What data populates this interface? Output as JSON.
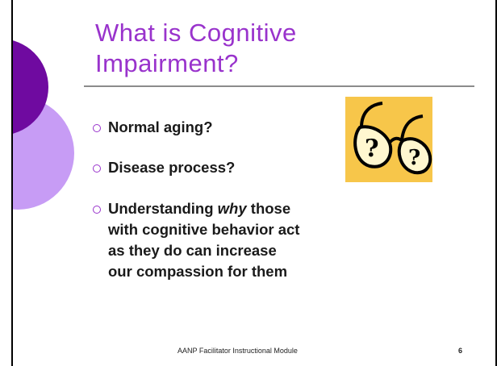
{
  "slide": {
    "title_lines": [
      "What is Cognitive",
      "Impairment?"
    ],
    "bullets": [
      {
        "text": "Normal aging?"
      },
      {
        "text": "Disease process?"
      },
      {
        "prefix": "Understanding ",
        "emphasis": "why",
        "suffix": " those",
        "lines": [
          "with cognitive behavior act",
          "as they do can increase",
          "our compassion for them"
        ]
      }
    ],
    "footer_text": "AANP Facilitator Instructional Module",
    "page_number": "6",
    "colors": {
      "title": "#9933cc",
      "circle_dark": "#6f0aa0",
      "circle_light": "#c79cf5",
      "clipart_bg": "#f7c64a"
    },
    "clipart_icon": "glasses-question-icon"
  }
}
